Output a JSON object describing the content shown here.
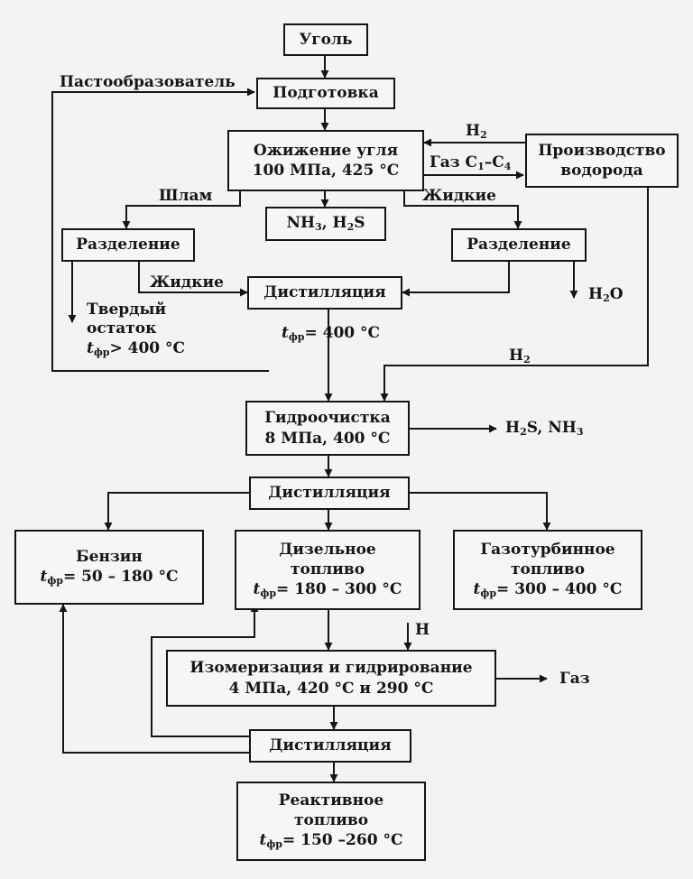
{
  "nodes": {
    "coal": "Уголь",
    "preparation": "Подготовка",
    "liquefaction": {
      "title": "Ожижение угля",
      "conditions": "100 МПа, 425 °С"
    },
    "hydrogen_production": {
      "line1": "Производство",
      "line2": "водорода"
    },
    "nh3_h2s": {
      "a": "NH",
      "a_sub": "3",
      "b": ", H",
      "b_sub": "2",
      "c": "S"
    },
    "separation_left": "Разделение",
    "separation_right": "Разделение",
    "distillation_1": "Дистилляция",
    "hydrotreating": {
      "title": "Гидроочистка",
      "conditions": "8 МПа, 400 °С"
    },
    "distillation_2": "Дистилляция",
    "gasoline": {
      "title": "Бензин",
      "t": "t",
      "t_sub": "фр",
      "range": "= 50 – 180 °С"
    },
    "diesel": {
      "line1": "Дизельное",
      "line2": "топливо",
      "t": "t",
      "t_sub": "фр",
      "range": "= 180 – 300 °С"
    },
    "gas_turbine": {
      "line1": "Газотурбинное",
      "line2": "топливо",
      "t": "t",
      "t_sub": "фр",
      "range": "= 300 – 400 °С"
    },
    "isomerization": {
      "title": "Изомеризация и гидрирование",
      "conditions": "4 МПа, 420 °С и 290 °С"
    },
    "distillation_3": "Дистилляция",
    "jet_fuel": {
      "line1": "Реактивное",
      "line2": "топливо",
      "t": "t",
      "t_sub": "фр",
      "range": "= 150 –260 °С"
    }
  },
  "labels": {
    "paste_former": "Пастообразователь",
    "h2_top": {
      "text": "H",
      "sub": "2"
    },
    "gas_c1_c4": {
      "text": "Газ С",
      "sub1": "1",
      "mid": "–С",
      "sub2": "4"
    },
    "sludge": "Шлам",
    "liquid_right": "Жидкие",
    "liquid_left": "Жидкие",
    "solid_residue": {
      "line1": "Твердый",
      "line2": "остаток",
      "t": "t",
      "t_sub": "фр",
      "cond": "> 400 °С"
    },
    "water": {
      "text": "H",
      "sub": "2",
      "tail": "O"
    },
    "dist_temp": {
      "t": "t",
      "t_sub": "фр",
      "cond": "= 400 °С"
    },
    "h2_right": {
      "text": "H",
      "sub": "2"
    },
    "h2s_nh3": {
      "a": "H",
      "a_sub": "2",
      "b": "S,  NH",
      "b_sub": "3"
    },
    "h_input": "H",
    "gas_out": "Газ"
  }
}
